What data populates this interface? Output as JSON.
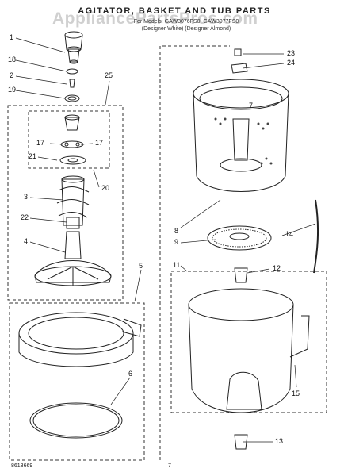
{
  "header": {
    "title": "AGITATOR, BASKET AND TUB PARTS",
    "model_line": "For Models: GAW3076FS0, GAW3077FS0",
    "color_line": "(Designer White) (Designer Almond)",
    "watermark": "AppliancePartsPros.com"
  },
  "callouts": {
    "c1": "1",
    "c18": "18",
    "c2": "2",
    "c19": "19",
    "c25": "25",
    "c17a": "17",
    "c17b": "17",
    "c21": "21",
    "c20": "20",
    "c3": "3",
    "c22": "22",
    "c4": "4",
    "c5": "5",
    "c6": "6",
    "c23": "23",
    "c24": "24",
    "c7": "7",
    "c8": "8",
    "c9": "9",
    "c14": "14",
    "c11": "11",
    "c12": "12",
    "c15": "15",
    "c13": "13"
  },
  "footer": {
    "code": "8613669",
    "page": "7"
  }
}
